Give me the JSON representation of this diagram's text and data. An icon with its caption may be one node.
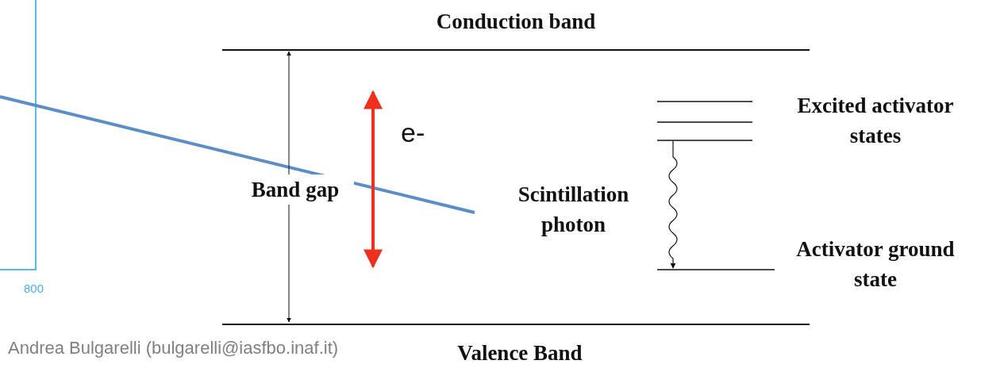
{
  "diagram": {
    "nodes": [
      {
        "text": [
          "Conduction band"
        ]
      },
      {
        "text": [
          "Valence Band"
        ]
      },
      {
        "text": [
          "Excited activator states"
        ]
      },
      {
        "text": [
          "Activator ground state"
        ]
      }
    ],
    "edges": [
      {
        "from": 0,
        "to": 1,
        "arrow": "both",
        "label": "Band gap"
      },
      {
        "from": 2,
        "to": 3,
        "arrow": "to",
        "label": "Scintillation photon"
      }
    ],
    "labels": [
      "e-",
      "800",
      "Andrea Bulgarelli (bulgarelli@iasfbo.inaf.it)"
    ]
  }
}
